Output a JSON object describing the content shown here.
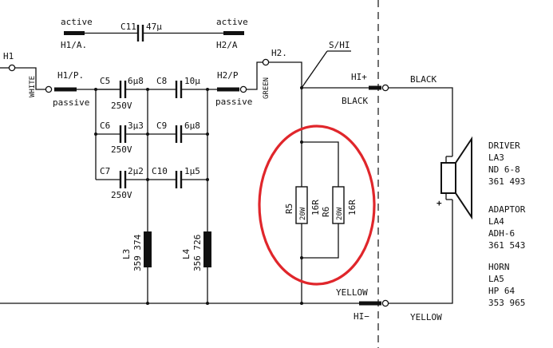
{
  "labels": {
    "h1": "H1",
    "white": "WHITE",
    "h1p": "H1/P.",
    "passive_left": "passive",
    "active_left": "active",
    "h1a": "H1/A.",
    "c11": "C11",
    "c11_val": "47μ",
    "active_right": "active",
    "h2a": "H2/A",
    "c5": "C5",
    "c5_val": "6μ8",
    "c8": "C8",
    "c8_val": "10μ",
    "h2p": "H2/P",
    "passive_right": "passive",
    "green": "GREEN",
    "h2": "H2.",
    "shi": "S/HI",
    "hiplus": "HI+",
    "black_left": "BLACK",
    "black_right": "BLACK",
    "c6": "C6",
    "c6_val": "3μ3",
    "c9": "C9",
    "c9_val": "6μ8",
    "c7": "C7",
    "c7_val": "2μ2",
    "c10": "C10",
    "c10_val": "1μ5",
    "v250_1": "250V",
    "v250_2": "250V",
    "v250_3": "250V",
    "l3": "L3",
    "l3_code": "359 374",
    "l4": "L4",
    "l4_code": "356 726",
    "r5": "R5",
    "r5_val": "16R",
    "r5_w": "20W",
    "r6": "R6",
    "r6_val": "16R",
    "r6_w": "20W",
    "yellow_left": "YELLOW",
    "yellow_right": "YELLOW",
    "himinus": "HI−",
    "plus": "+",
    "driver_1": "DRIVER",
    "driver_2": "LA3",
    "driver_3": "ND 6-8",
    "driver_4": "361 493",
    "adaptor_1": "ADAPTOR",
    "adaptor_2": "LA4",
    "adaptor_3": "ADH-6",
    "adaptor_4": "361 543",
    "horn_1": "HORN",
    "horn_2": "LA5",
    "horn_3": "HP 64",
    "horn_4": "353 965"
  },
  "colors": {
    "ink": "#111111",
    "highlight_ellipse": "#e0262b",
    "background": "#ffffff"
  }
}
